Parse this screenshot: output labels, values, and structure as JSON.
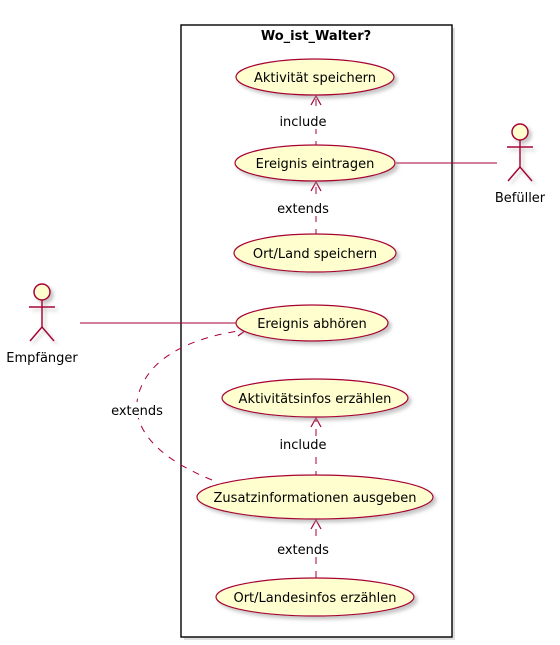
{
  "system": {
    "title": "Wo_ist_Walter?"
  },
  "actors": {
    "empfaenger": "Empfänger",
    "befueller": "Befüller"
  },
  "use_cases": {
    "aktivitaet_speichern": "Aktivität speichern",
    "ereignis_eintragen": "Ereignis eintragen",
    "ort_land_speichern": "Ort/Land speichern",
    "ereignis_abhoeren": "Ereignis abhören",
    "aktivitaetsinfos_erzaehlen": "Aktivitätsinfos erzählen",
    "zusatzinformationen_ausgeben": "Zusatzinformationen ausgeben",
    "ort_landesinfos_erzaehlen": "Ort/Landesinfos erzählen"
  },
  "relations": {
    "include_1": "include",
    "extends_1": "extends",
    "extends_2": "extends",
    "include_2": "include",
    "extends_3": "extends"
  },
  "colors": {
    "line": "#A80036",
    "usecase_fill": "#FEFECE",
    "actor_fill": "#FEFECE",
    "frame": "#000000",
    "shadow": "#C8C8C8"
  }
}
